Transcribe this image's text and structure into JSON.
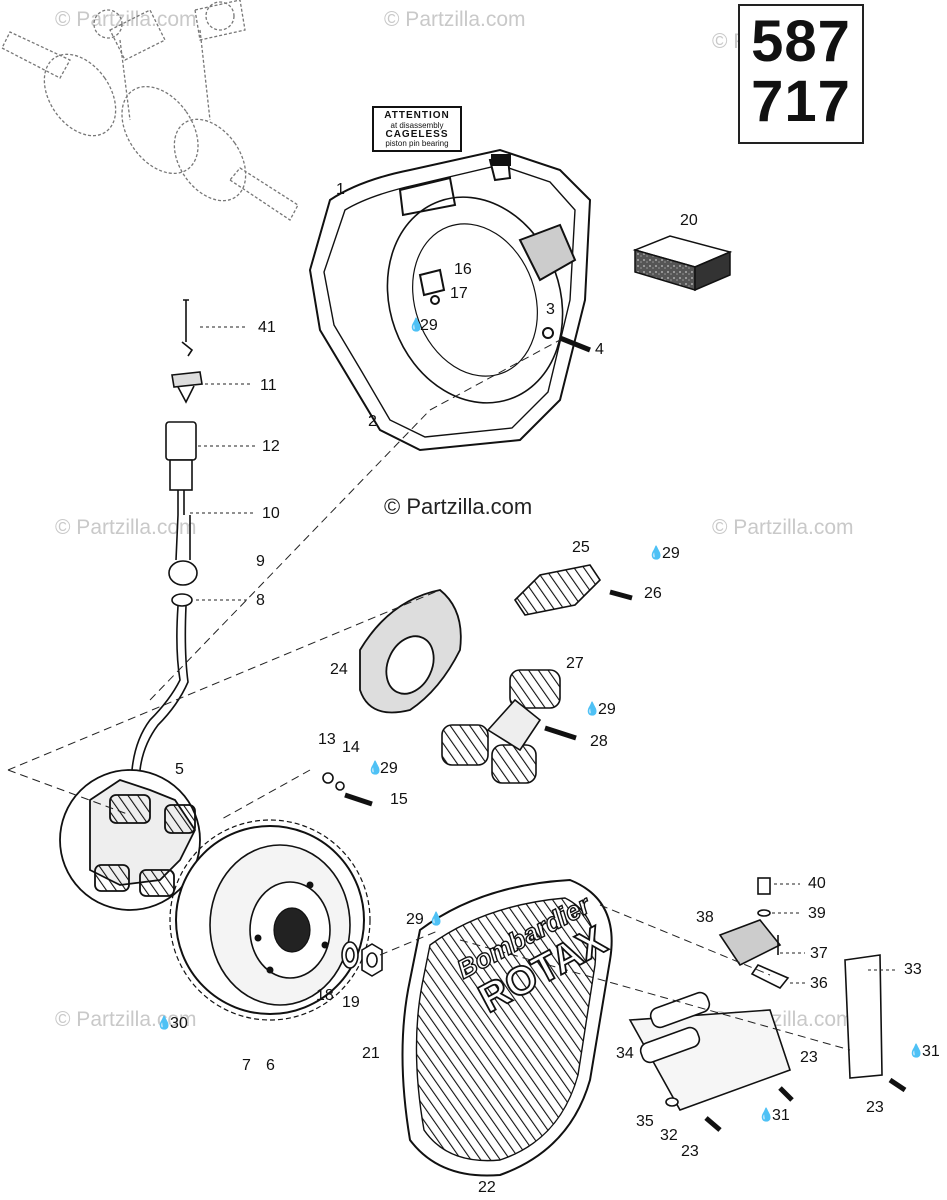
{
  "model_numbers": [
    "587",
    "717"
  ],
  "watermark_text": "© Partzilla.com",
  "attention_label": [
    "ATTENTION",
    "at disassembly",
    "CAGELESS",
    "piston pin bearing"
  ],
  "cover_brand": [
    "Bombardier",
    "ROTAX"
  ],
  "callouts": [
    {
      "id": "c1",
      "text": "1"
    },
    {
      "id": "c2",
      "text": "2"
    },
    {
      "id": "c3",
      "text": "3"
    },
    {
      "id": "c4",
      "text": "4"
    },
    {
      "id": "c5",
      "text": "5"
    },
    {
      "id": "c6",
      "text": "6"
    },
    {
      "id": "c7",
      "text": "7"
    },
    {
      "id": "c8",
      "text": "8"
    },
    {
      "id": "c9",
      "text": "9"
    },
    {
      "id": "c10",
      "text": "10"
    },
    {
      "id": "c11",
      "text": "11"
    },
    {
      "id": "c12",
      "text": "12"
    },
    {
      "id": "c13",
      "text": "13"
    },
    {
      "id": "c14",
      "text": "14"
    },
    {
      "id": "c15",
      "text": "15"
    },
    {
      "id": "c16",
      "text": "16"
    },
    {
      "id": "c17",
      "text": "17"
    },
    {
      "id": "c18",
      "text": "18"
    },
    {
      "id": "c19",
      "text": "19"
    },
    {
      "id": "c20",
      "text": "20"
    },
    {
      "id": "c21",
      "text": "21"
    },
    {
      "id": "c22",
      "text": "22"
    },
    {
      "id": "c23a",
      "text": "23"
    },
    {
      "id": "c23b",
      "text": "23"
    },
    {
      "id": "c23c",
      "text": "23"
    },
    {
      "id": "c24",
      "text": "24"
    },
    {
      "id": "c25",
      "text": "25"
    },
    {
      "id": "c26",
      "text": "26"
    },
    {
      "id": "c27",
      "text": "27"
    },
    {
      "id": "c28",
      "text": "28"
    },
    {
      "id": "c29a",
      "text": "29"
    },
    {
      "id": "c29b",
      "text": "29"
    },
    {
      "id": "c29c",
      "text": "29"
    },
    {
      "id": "c29d",
      "text": "29"
    },
    {
      "id": "c29e",
      "text": "29"
    },
    {
      "id": "c30",
      "text": "30"
    },
    {
      "id": "c31a",
      "text": "31"
    },
    {
      "id": "c31b",
      "text": "31"
    },
    {
      "id": "c32",
      "text": "32"
    },
    {
      "id": "c33",
      "text": "33"
    },
    {
      "id": "c34",
      "text": "34"
    },
    {
      "id": "c35",
      "text": "35"
    },
    {
      "id": "c36",
      "text": "36"
    },
    {
      "id": "c37",
      "text": "37"
    },
    {
      "id": "c38",
      "text": "38"
    },
    {
      "id": "c39",
      "text": "39"
    },
    {
      "id": "c40",
      "text": "40"
    },
    {
      "id": "c41",
      "text": "41"
    }
  ]
}
